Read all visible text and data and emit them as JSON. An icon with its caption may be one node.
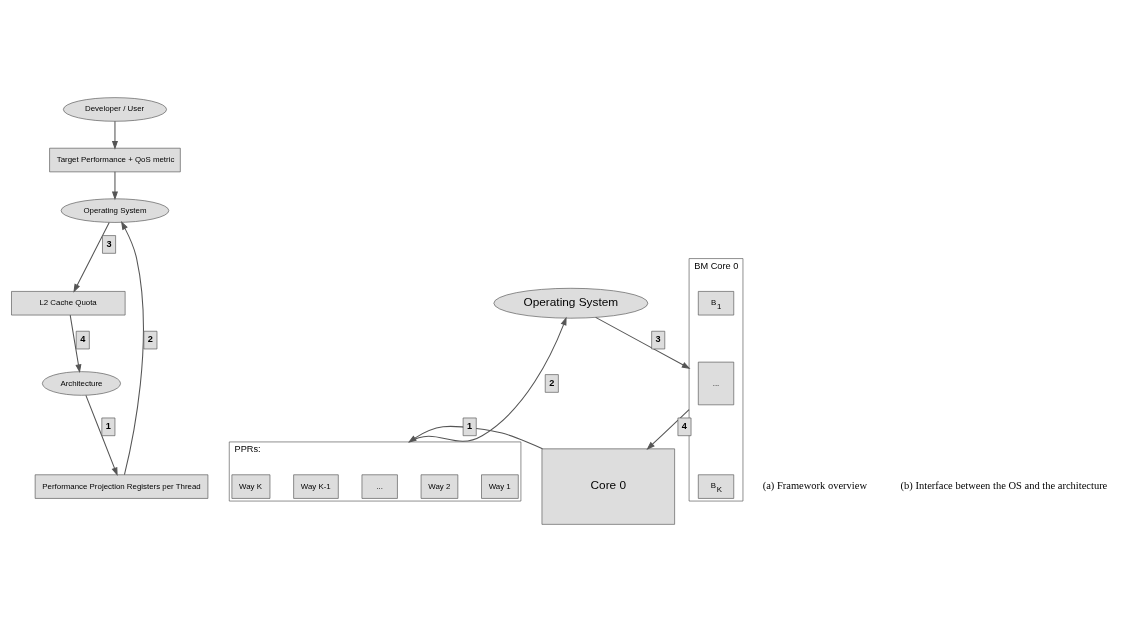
{
  "diagram": {
    "nodes": [
      {
        "text": [
          "Developer / User"
        ]
      },
      {
        "text": [
          "Target Performance + QoS metric"
        ]
      },
      {
        "text": [
          "Operating System"
        ]
      },
      {
        "text": [
          "L2 Cache Quota"
        ]
      },
      {
        "text": [
          "Performance Projection Registers per Thread"
        ]
      },
      {
        "text": [
          "Architecture"
        ]
      },
      {
        "text": [
          "Operating System"
        ]
      },
      {
        "text": [
          "PPRs:"
        ]
      },
      {
        "text": [
          "Way 1"
        ],
        "in": 7
      },
      {
        "text": [
          "Way 2"
        ],
        "in": 7
      },
      {
        "text": [
          "..."
        ],
        "in": 7
      },
      {
        "text": [
          "Way K-1"
        ],
        "in": 7
      },
      {
        "text": [
          "Way K"
        ],
        "in": 7
      },
      {
        "text": [
          "BM Core 0"
        ]
      },
      {
        "text": [
          "B$_{1}$"
        ],
        "in": 13
      },
      {
        "text": [
          "..."
        ],
        "in": 13
      },
      {
        "text": [
          "B$_{K}$"
        ],
        "in": 13
      },
      {
        "text": [
          "Core 0"
        ]
      }
    ],
    "edges": [
      {
        "from": 0,
        "to": 1,
        "arrow": "to"
      },
      {
        "from": 1,
        "to": 2,
        "arrow": "to"
      },
      {
        "from": 2,
        "to": 3,
        "arrow": "to",
        "label": "3"
      },
      {
        "from": 3,
        "to": 5,
        "arrow": "to",
        "label": "4"
      },
      {
        "from": 5,
        "to": 4,
        "arrow": "to",
        "label": "1"
      },
      {
        "from": 4,
        "to": 2,
        "arrow": "to",
        "label": "2"
      },
      {
        "from": 6,
        "to": 13,
        "arrow": "to",
        "label": "3"
      },
      {
        "from": 13,
        "to": 17,
        "arrow": "to",
        "label": "4"
      },
      {
        "from": 17,
        "to": 7,
        "arrow": "to",
        "label": "1"
      },
      {
        "from": 7,
        "to": 6,
        "arrow": "to",
        "label": "2"
      }
    ],
    "labels": [
      "(a) Framework overview",
      "(b) Interface between the OS and the architecture"
    ]
  }
}
